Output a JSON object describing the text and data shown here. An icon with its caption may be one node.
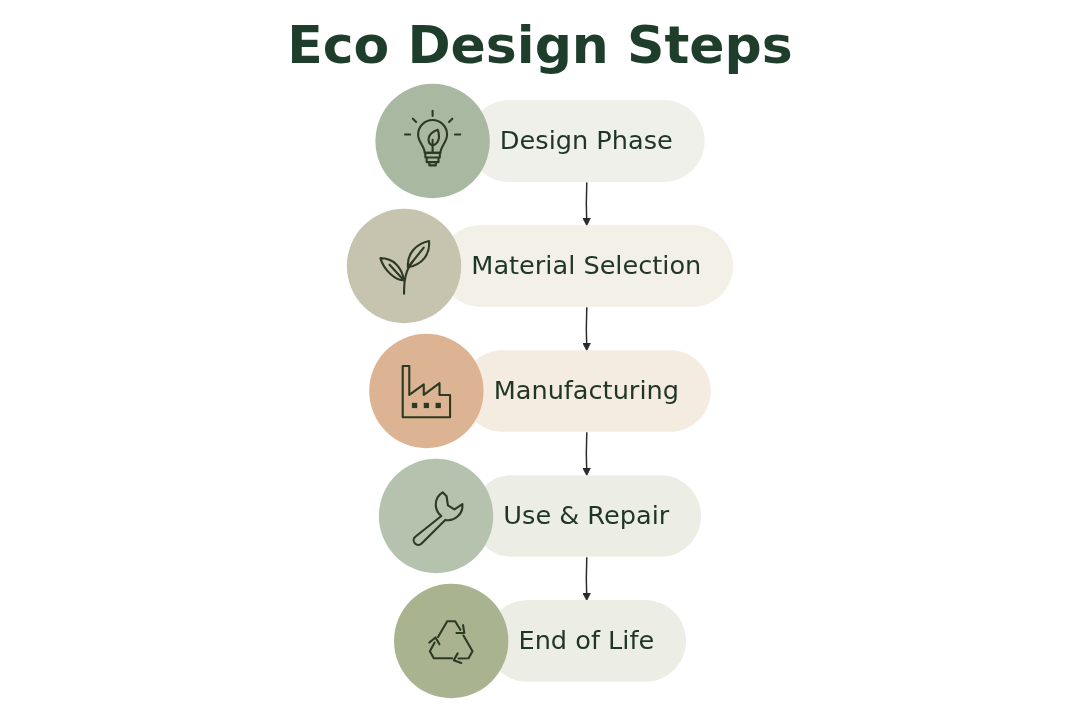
{
  "diagram": {
    "title": "Eco Design Steps",
    "nodes": [
      {
        "text": [
          "Design Phase"
        ]
      },
      {
        "text": [
          "Material Selection"
        ]
      },
      {
        "text": [
          "Manufacturing"
        ]
      },
      {
        "text": [
          "Use & Repair"
        ]
      },
      {
        "text": [
          "End of Life"
        ]
      }
    ],
    "edges": [
      {
        "from": 0,
        "to": 1,
        "arrow": "to"
      },
      {
        "from": 1,
        "to": 2,
        "arrow": "to"
      },
      {
        "from": 2,
        "to": 3,
        "arrow": "to"
      },
      {
        "from": 3,
        "to": 4,
        "arrow": "to"
      }
    ]
  }
}
